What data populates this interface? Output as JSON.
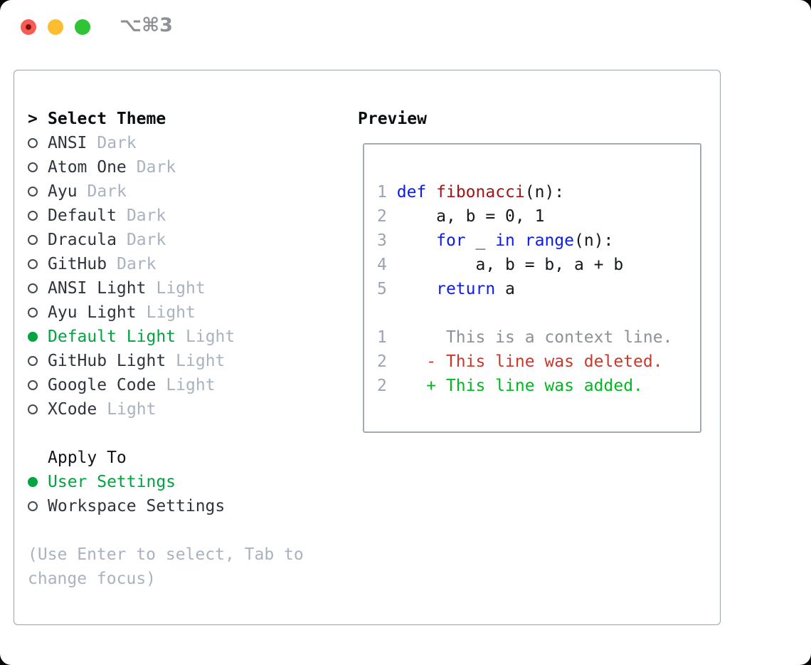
{
  "window": {
    "shortcut": "⌥⌘3"
  },
  "theme_list": {
    "prompt": ">",
    "title": "Select Theme",
    "items": [
      {
        "name": "ANSI",
        "badge": "Dark",
        "selected": false
      },
      {
        "name": "Atom One",
        "badge": "Dark",
        "selected": false
      },
      {
        "name": "Ayu",
        "badge": "Dark",
        "selected": false
      },
      {
        "name": "Default",
        "badge": "Dark",
        "selected": false
      },
      {
        "name": "Dracula",
        "badge": "Dark",
        "selected": false
      },
      {
        "name": "GitHub",
        "badge": "Dark",
        "selected": false
      },
      {
        "name": "ANSI Light",
        "badge": "Light",
        "selected": false
      },
      {
        "name": "Ayu Light",
        "badge": "Light",
        "selected": false
      },
      {
        "name": "Default Light",
        "badge": "Light",
        "selected": true
      },
      {
        "name": "GitHub Light",
        "badge": "Light",
        "selected": false
      },
      {
        "name": "Google Code",
        "badge": "Light",
        "selected": false
      },
      {
        "name": "XCode",
        "badge": "Light",
        "selected": false
      }
    ]
  },
  "apply_to": {
    "title": "Apply To",
    "options": [
      {
        "name": "User Settings",
        "selected": true
      },
      {
        "name": "Workspace Settings",
        "selected": false
      }
    ]
  },
  "hint": "(Use Enter to select, Tab to change focus)",
  "preview": {
    "title": "Preview",
    "code_lines": [
      {
        "no": "1",
        "tokens": [
          {
            "t": " "
          },
          {
            "t": "def",
            "c": "kw"
          },
          {
            "t": " "
          },
          {
            "t": "fibonacci",
            "c": "fn"
          },
          {
            "t": "(n):"
          }
        ]
      },
      {
        "no": "2",
        "tokens": [
          {
            "t": "     a, b = 0, 1"
          }
        ]
      },
      {
        "no": "3",
        "tokens": [
          {
            "t": "     "
          },
          {
            "t": "for",
            "c": "kw"
          },
          {
            "t": " _ "
          },
          {
            "t": "in",
            "c": "kw"
          },
          {
            "t": " "
          },
          {
            "t": "range",
            "c": "kw"
          },
          {
            "t": "(n):"
          }
        ]
      },
      {
        "no": "4",
        "tokens": [
          {
            "t": "         a, b = b, a + b"
          }
        ]
      },
      {
        "no": "5",
        "tokens": [
          {
            "t": "     "
          },
          {
            "t": "return",
            "c": "kw"
          },
          {
            "t": " a"
          }
        ]
      }
    ],
    "diff_lines": [
      {
        "no": "1",
        "kind": "context",
        "text": "      This is a context line."
      },
      {
        "no": "2",
        "kind": "deleted",
        "text": "    - This line was deleted."
      },
      {
        "no": "2",
        "kind": "added",
        "text": "    + This line was added."
      }
    ]
  },
  "colors": {
    "accent_green": "#00a440",
    "added_green": "#00b81f",
    "deleted_red": "#c9382a",
    "keyword_blue": "#0a1af2",
    "function_red": "#a31515",
    "badge_gray": "#a9b2bf",
    "lineno_gray": "#9aa4b2",
    "hint_gray": "#a9b2bf",
    "traffic_red": "#f75c54",
    "traffic_yellow": "#fcbd2f",
    "traffic_green": "#2ec433"
  }
}
